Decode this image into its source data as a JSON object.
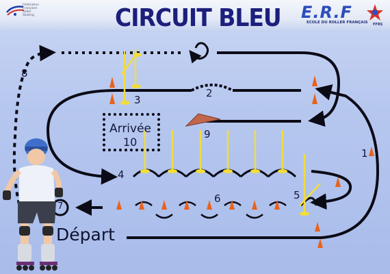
{
  "title": "CIRCUIT BLEU",
  "brand": {
    "name": "E.R.F",
    "subtitle": "ECOLE DU ROLLER FRANÇAIS",
    "small": "FFRS"
  },
  "left_logo_text": [
    "Fédération",
    "Française",
    "Roller",
    "Skating"
  ],
  "finish": {
    "label": "Arrivée",
    "number": "10"
  },
  "start_label": "Départ",
  "stations": [
    "1",
    "2",
    "3",
    "4",
    "5",
    "6",
    "7",
    "8",
    "9"
  ],
  "colors": {
    "background": "#b6c7ef",
    "title": "#1d1f7c",
    "brand": "#2d4dbb",
    "track": "#0b0b16",
    "pole": "#f2dd3a",
    "cone": "#e8621c",
    "ramp": "#c0664a"
  }
}
